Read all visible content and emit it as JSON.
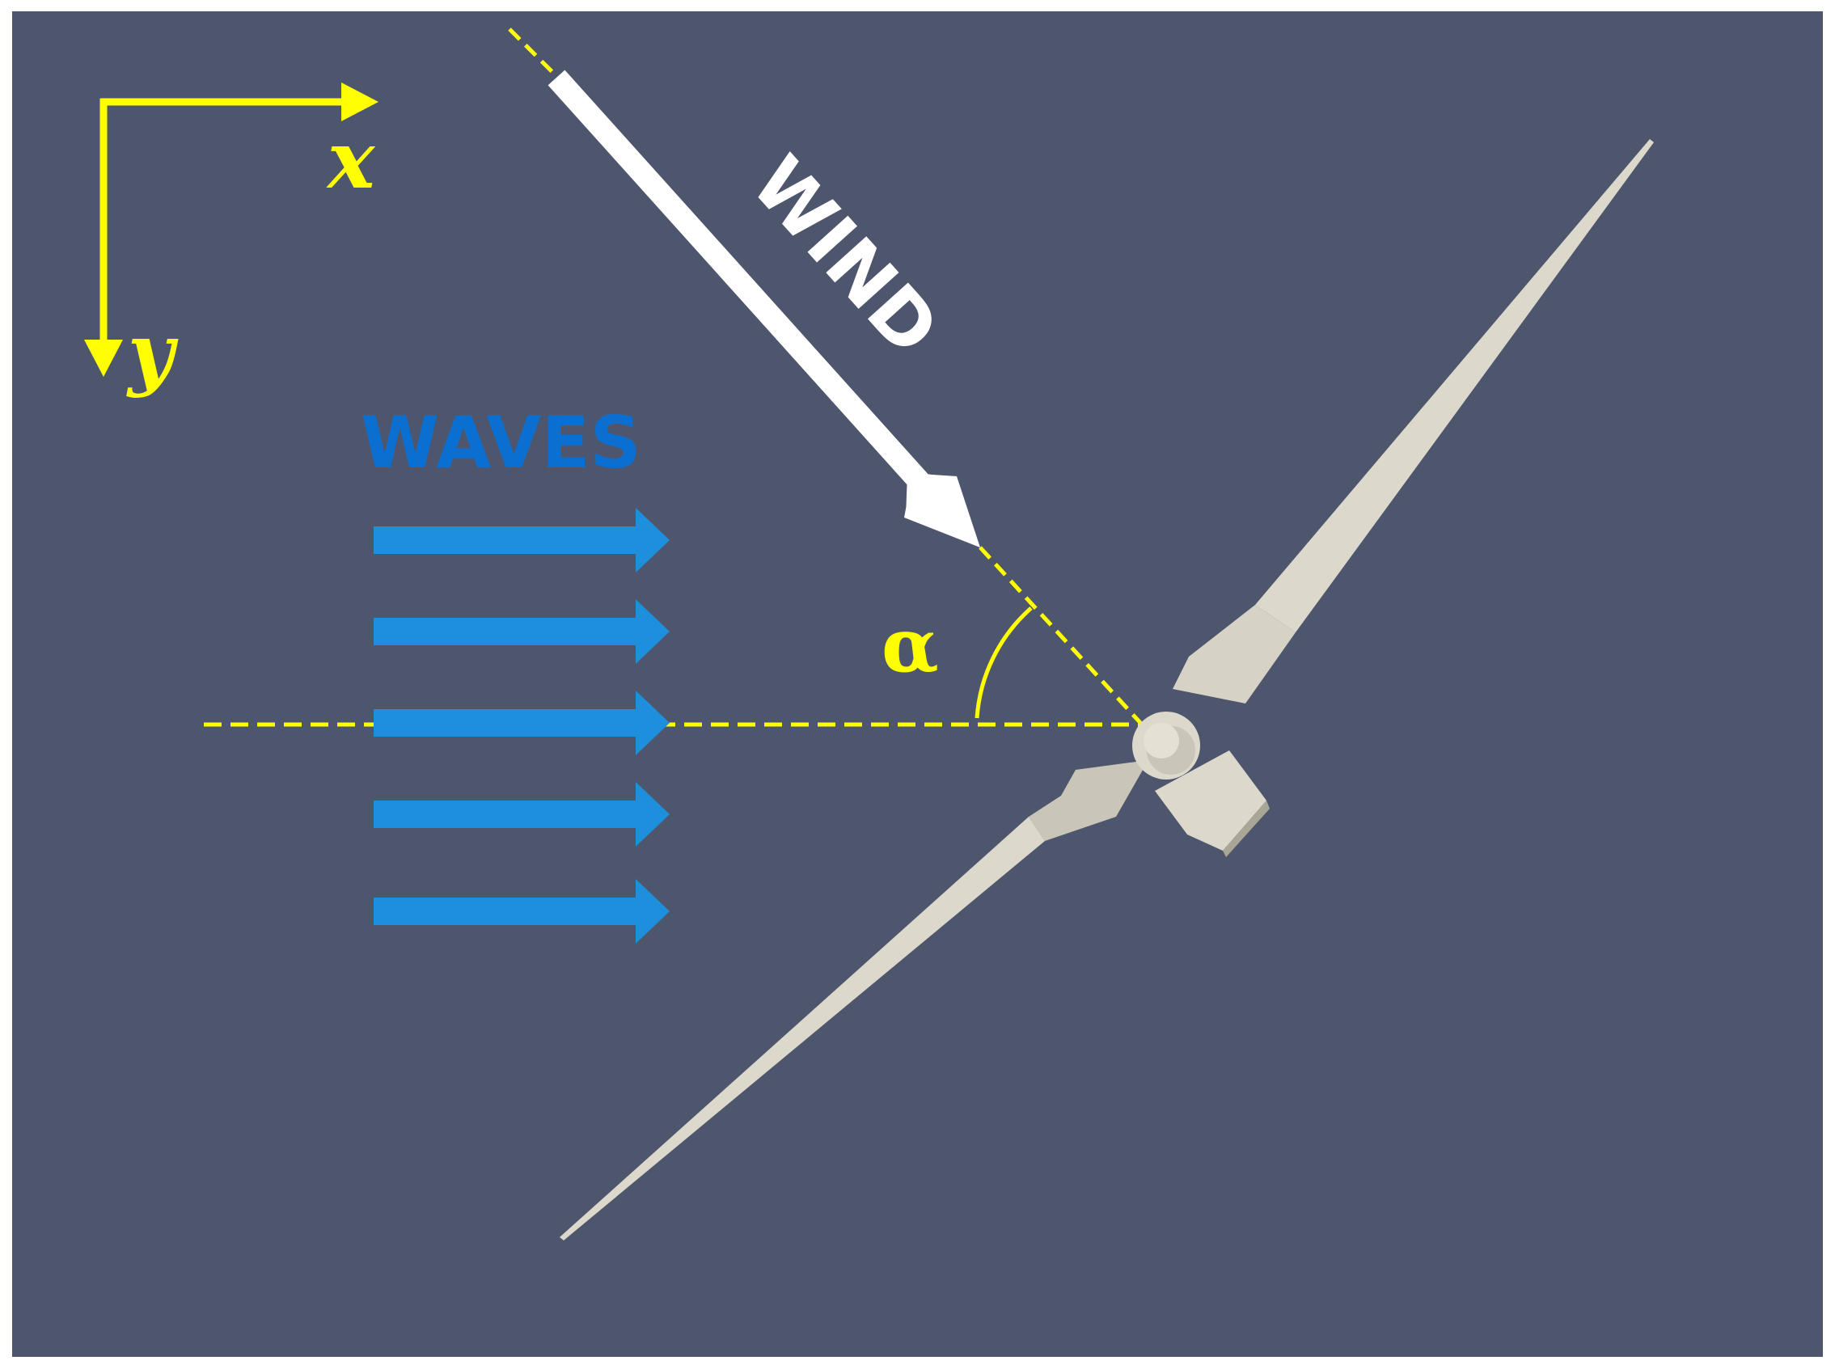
{
  "colors": {
    "background": "#4e566e",
    "axis": "#ffff00",
    "wind": "#ffffff",
    "waves_title": "#0a6fd0",
    "wave_arrows": "#1e8fdc",
    "turbine": "#dcd8cc",
    "turbine_shadow": "#a9a597"
  },
  "axes": {
    "x_label": "x",
    "y_label": "y"
  },
  "wind": {
    "label": "WIND"
  },
  "waves": {
    "label": "WAVES",
    "arrow_count": 5
  },
  "angle": {
    "label": "α"
  },
  "icons": [
    "axis-arrow-icon",
    "wind-arrow-icon",
    "wave-arrow-icon",
    "wind-turbine-icon"
  ]
}
